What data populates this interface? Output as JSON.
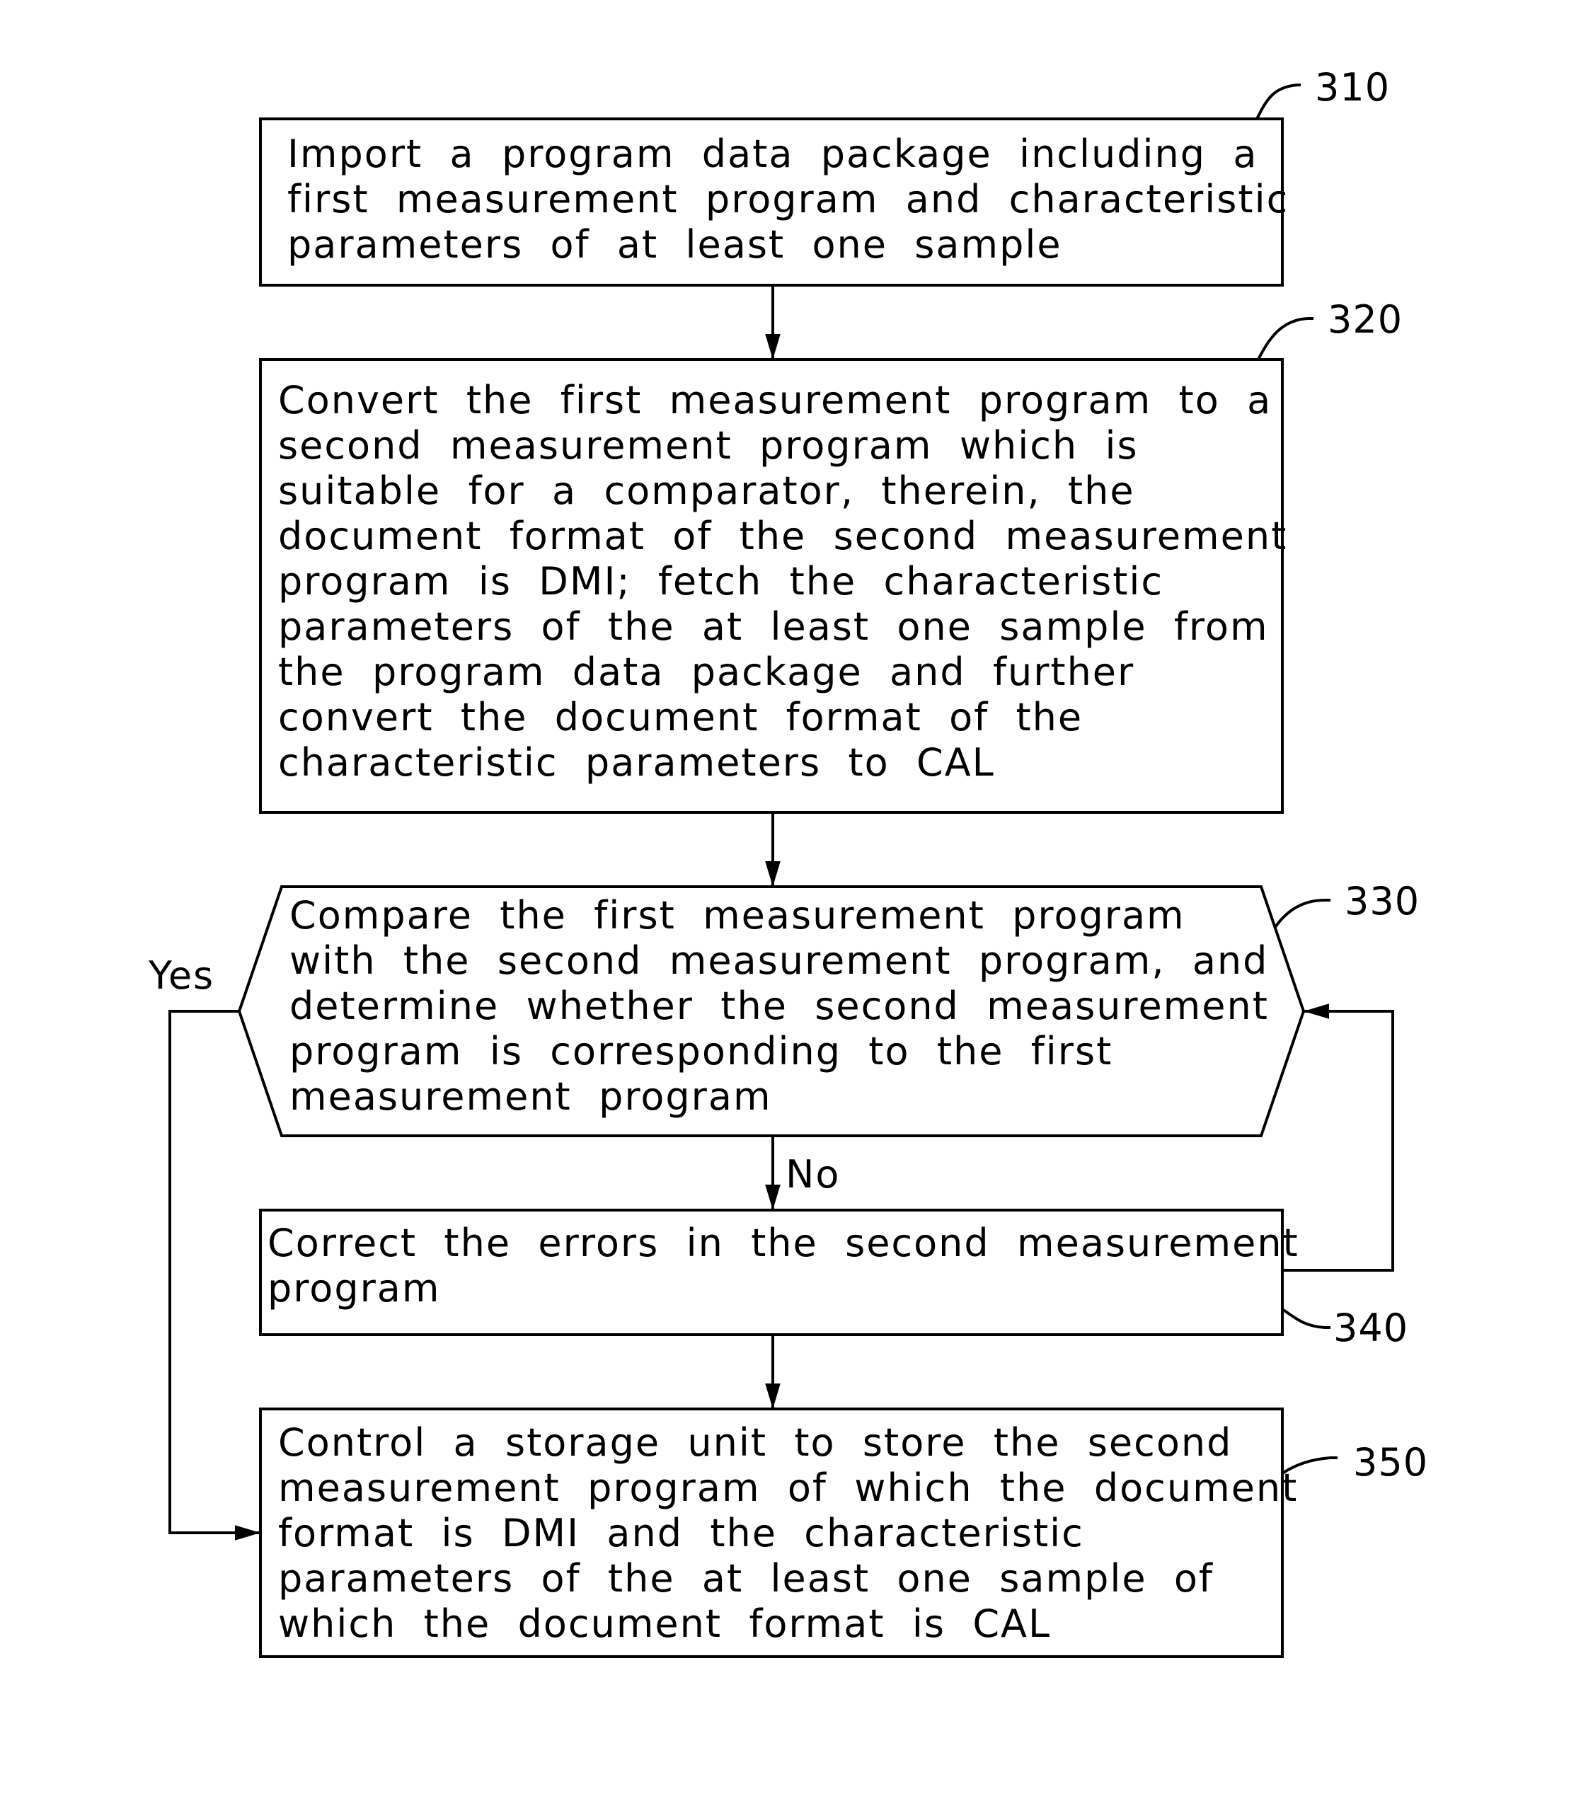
{
  "steps": [
    {
      "ref": "310",
      "lines": [
        "Import  a  program  data  package  including  a",
        "first  measurement  program  and  characteristic",
        "parameters  of  at  least  one  sample"
      ]
    },
    {
      "ref": "320",
      "lines": [
        "Convert  the  first  measurement  program  to  a",
        "second  measurement  program  which  is",
        "suitable  for  a  comparator,  therein,  the",
        "document  format  of  the  second  measurement",
        "program  is  DMI;  fetch  the  characteristic",
        "parameters  of  the  at  least  one  sample  from",
        "the  program  data  package  and  further",
        "convert  the  document  format  of  the",
        "characteristic  parameters  to  CAL"
      ]
    },
    {
      "ref": "330",
      "lines": [
        "Compare  the  first  measurement  program",
        "with  the  second  measurement  program,  and",
        "determine  whether  the  second  measurement",
        "program  is  corresponding  to  the  first",
        "measurement  program"
      ]
    },
    {
      "ref": "340",
      "lines": [
        "Correct  the  errors  in  the  second  measurement",
        "program"
      ]
    },
    {
      "ref": "350",
      "lines": [
        "Control  a  storage  unit  to  store  the  second",
        "measurement  program  of  which  the  document",
        "format  is  DMI  and  the  characteristic",
        "parameters  of  the  at  least  one  sample  of",
        "which  the  document  format  is  CAL"
      ]
    }
  ],
  "labels": {
    "yes": "Yes",
    "no": "No"
  },
  "colors": {
    "stroke": "#000000",
    "background": "#ffffff"
  }
}
